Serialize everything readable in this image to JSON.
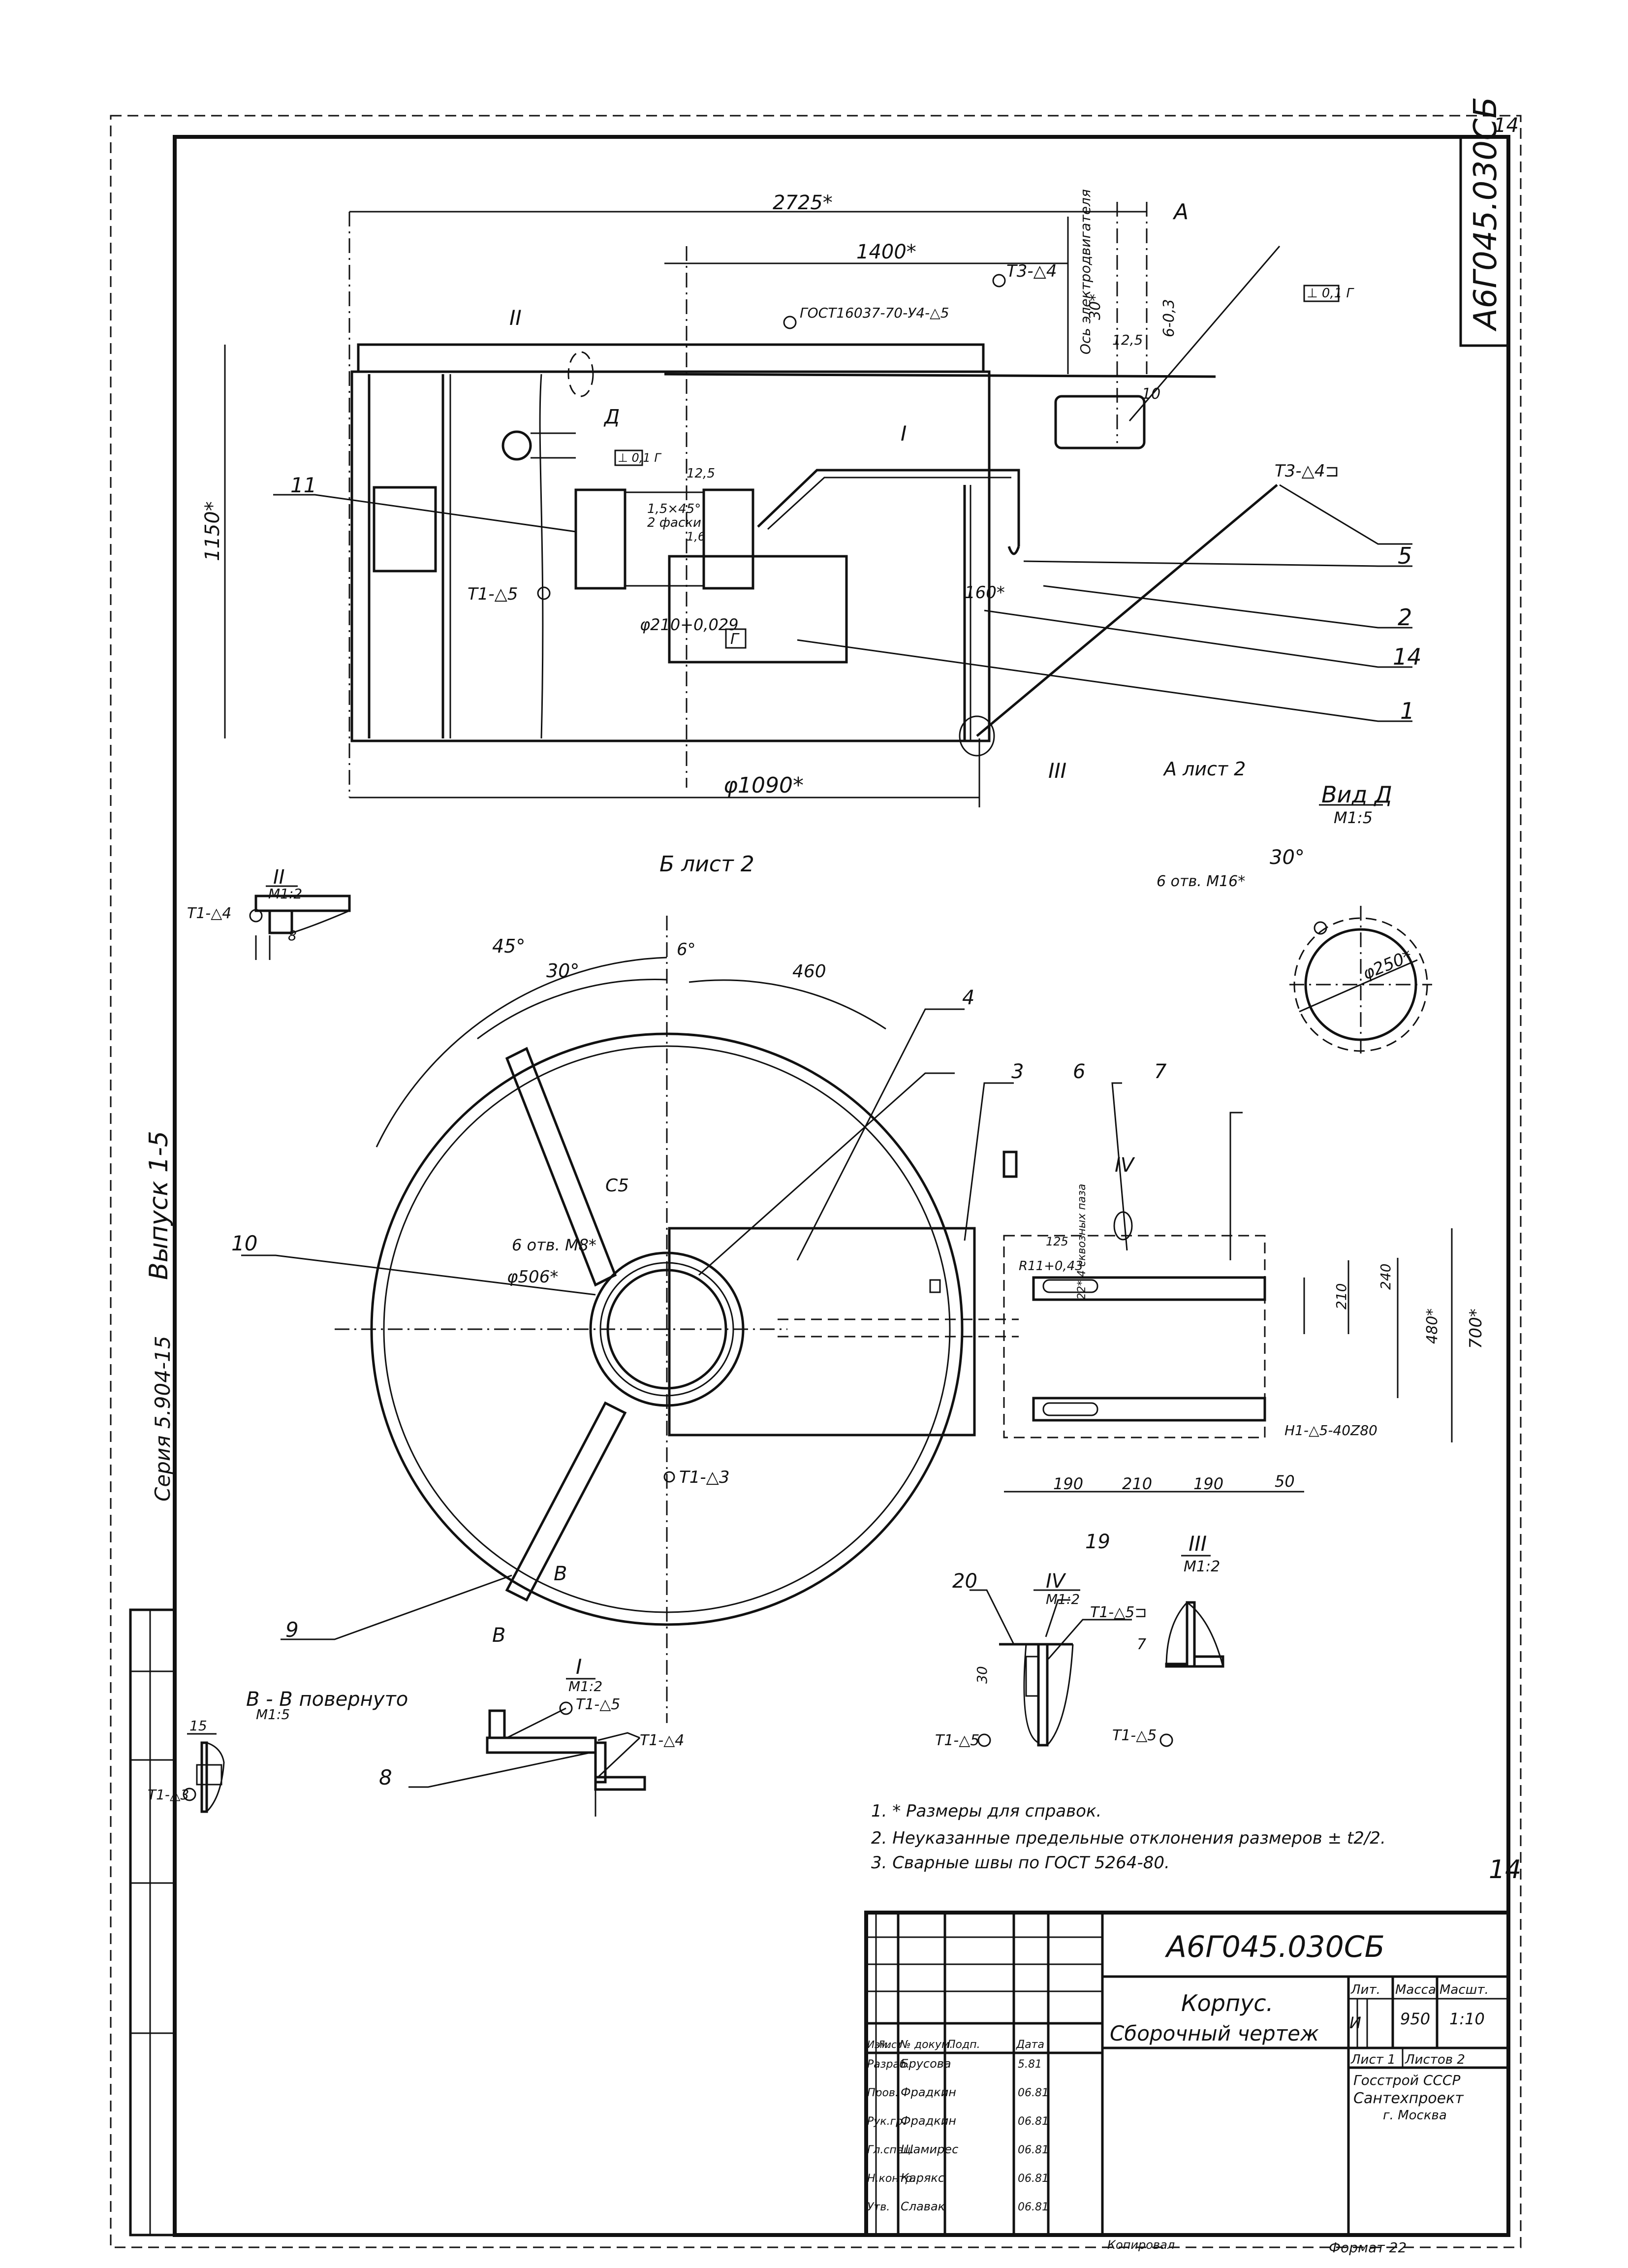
{
  "drawing": {
    "designation": "А6Г045.030СБ",
    "designation_vertical": "А6Г045.030СБ",
    "sheet_corner_number": "14",
    "sheet_page_mark": "14",
    "left_margin": {
      "series": "Серия 5.904-15",
      "issue": "Выпуск 1-5"
    },
    "copied_by": "Копировал",
    "format": "Формат 22"
  },
  "main_view": {
    "dim_overall_length": "2725*",
    "dim_1400": "1400*",
    "dim_height": "1150*",
    "dim_diameter": "φ1090*",
    "dim_160": "160*",
    "dim_30": "30*",
    "dim_12_5": "12,5",
    "dim_6_03": "6-0,3",
    "dim_10": "10",
    "dim_bore": "φ210+0,029",
    "chamfer": "1,5×45°",
    "chamfer_note": "2 фаски",
    "roughness_1": "12,5",
    "roughness_2": "1,6",
    "datum": "Г",
    "tolerance_frame": [
      "⊥",
      "0,1",
      "Г"
    ],
    "axis_label": "Ось электродвигателя",
    "view_arrow_D": "Д",
    "section_A": "А",
    "section_A_ref": "А лист 2",
    "section_B_ref": "Б лист 2",
    "weld_gost": "ГОСТ16037-70-У4-△5",
    "weld_t3_1": "Т3-△4",
    "weld_t3_2": "Т3-△4⊐",
    "weld_t1_5": "Т1-△5",
    "detail_refs": [
      "I",
      "II",
      "III"
    ],
    "callouts": [
      "11",
      "5",
      "2",
      "14",
      "1"
    ]
  },
  "plan_view": {
    "angle_45": "45°",
    "angle_30": "30°",
    "angle_6": "6°",
    "arc_460": "460",
    "chamfer_c5": "С5",
    "holes_m8": "6 отв. М8*",
    "dia_506": "φ506*",
    "radius": "R11+0,43",
    "dim_125": "125",
    "slots": "22* 4 сквозных паза",
    "dim_210v": "210",
    "dim_240": "240",
    "dim_480": "480*",
    "dim_700": "700*",
    "dims_bottom": [
      "190",
      "210",
      "190",
      "50"
    ],
    "weld_h1": "Н1-△5-40Z80",
    "weld_t1_3": "Т1-△3",
    "section_label": "В",
    "detail_ref": "IV",
    "callouts": [
      "4",
      "3",
      "6",
      "7",
      "10",
      "9"
    ]
  },
  "view_d": {
    "title": "Вид Д",
    "scale": "М1:5",
    "angle": "30°",
    "holes": "6 отв. М16*",
    "diameter": "φ250*"
  },
  "detail_II": {
    "title": "II",
    "scale": "М1:2",
    "weld": "Т1-△4",
    "dim": "8"
  },
  "detail_I": {
    "title": "I",
    "scale": "М1:2",
    "weld_1": "Т1-△5",
    "weld_2": "Т1-△4",
    "callout": "8"
  },
  "detail_III": {
    "title": "III",
    "scale": "М1:2",
    "weld": "Т1-△5",
    "dim": "7"
  },
  "detail_IV": {
    "title": "IV",
    "scale": "М1:2",
    "weld_1": "Т1-△5⊐",
    "weld_2": "Т1-△5",
    "dim": "30",
    "callouts": [
      "20",
      "19"
    ]
  },
  "section_BB": {
    "title": "В - В повернуто",
    "scale": "М1:5",
    "dim": "15",
    "weld": "Т1-△3"
  },
  "notes": [
    "1. * Размеры для справок.",
    "2. Неуказанные предельные отклонения размеров ± t2/2.",
    "3. Сварные швы по ГОСТ 5264-80."
  ],
  "title_block": {
    "designation": "А6Г045.030СБ",
    "name_line1": "Корпус.",
    "name_line2": "Сборочный чертеж",
    "col_headers": [
      "Изм.",
      "Лист",
      "№ докум.",
      "Подп.",
      "Дата"
    ],
    "roles": [
      "Разраб.",
      "Пров.",
      "Рук.гр.",
      "Гл.спец.",
      "Н.контр.",
      "Утв."
    ],
    "names": [
      "Брусова",
      "Фрадкин",
      "Фрадкин",
      "Шамирес",
      "Карякс",
      "Славак"
    ],
    "dates": [
      "5.81",
      "06.81",
      "06.81",
      "06.81",
      "06.81",
      "06.81"
    ],
    "lit_label": "Лит.",
    "lit_value": "И",
    "mass_label": "Масса",
    "mass_value": "950",
    "scale_label": "Масшт.",
    "scale_value": "1:10",
    "sheet_label": "Лист 1",
    "sheets_label": "Листов 2",
    "org_line1": "Госстрой СССР",
    "org_line2": "Сантехпроект",
    "org_line3": "г. Москва"
  }
}
